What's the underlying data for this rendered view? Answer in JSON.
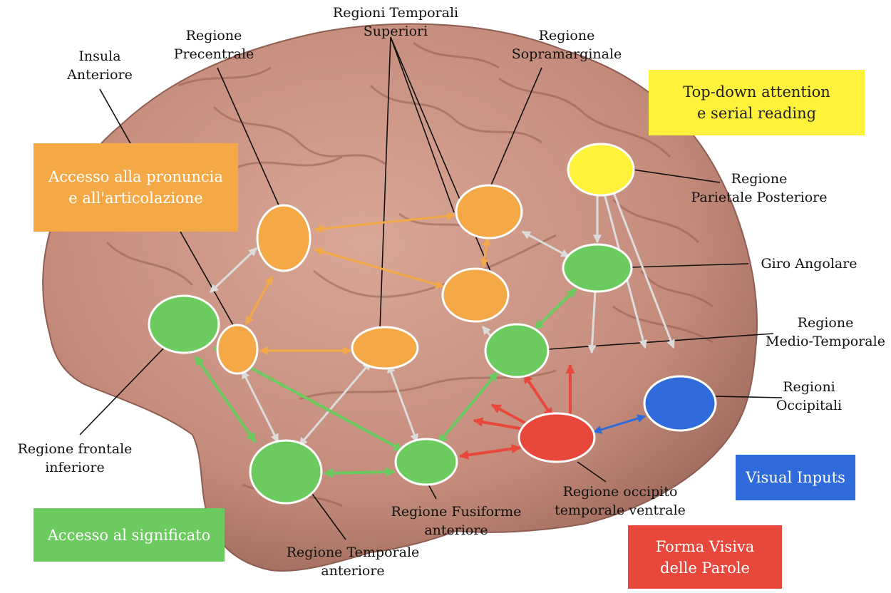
{
  "legend": {
    "pronunciation": {
      "line1": "Accesso alla pronuncia",
      "line2": "e all'articolazione",
      "color": "#f4a846"
    },
    "attention": {
      "line1": "Top-down attention",
      "line2": "e serial reading",
      "color": "#fff23a"
    },
    "meaning": {
      "line1": "Accesso al significato",
      "color": "#6ccb5f"
    },
    "visual": {
      "line1": "Visual Inputs",
      "color": "#2f6bdb"
    },
    "word_form": {
      "line1": "Forma Visiva",
      "line2": "delle Parole",
      "color": "#e8473b"
    }
  },
  "regions": {
    "insula": {
      "line1": "Insula",
      "line2": "Anteriore"
    },
    "precentral": {
      "line1": "Regione",
      "line2": "Precentrale"
    },
    "superior_temporal": {
      "line1": "Regioni Temporali",
      "line2": "Superiori"
    },
    "supramarginal": {
      "line1": "Regione",
      "line2": "Sopramarginale"
    },
    "posterior_parietal": {
      "line1": "Regione",
      "line2": "Parietale Posteriore"
    },
    "angular": {
      "line1": "Giro Angolare"
    },
    "middle_temporal": {
      "line1": "Regione",
      "line2": "Medio-Temporale"
    },
    "occipital": {
      "line1": "Regioni",
      "line2": "Occipitali"
    },
    "inferior_frontal": {
      "line1": "Regione frontale",
      "line2": "inferiore"
    },
    "anterior_temporal": {
      "line1": "Regione Temporale",
      "line2": "anteriore"
    },
    "fusiform": {
      "line1": "Regione Fusiforme",
      "line2": "anteriore"
    },
    "vwfa": {
      "line1": "Regione occipito",
      "line2": "temporale ventrale"
    }
  },
  "colors": {
    "orange": "#f4a846",
    "yellow": "#fff23a",
    "green": "#6ccb5f",
    "blue": "#2f6bdb",
    "red": "#e8473b",
    "grey_arrow": "#d9d9d9",
    "brain": "#c99384"
  }
}
